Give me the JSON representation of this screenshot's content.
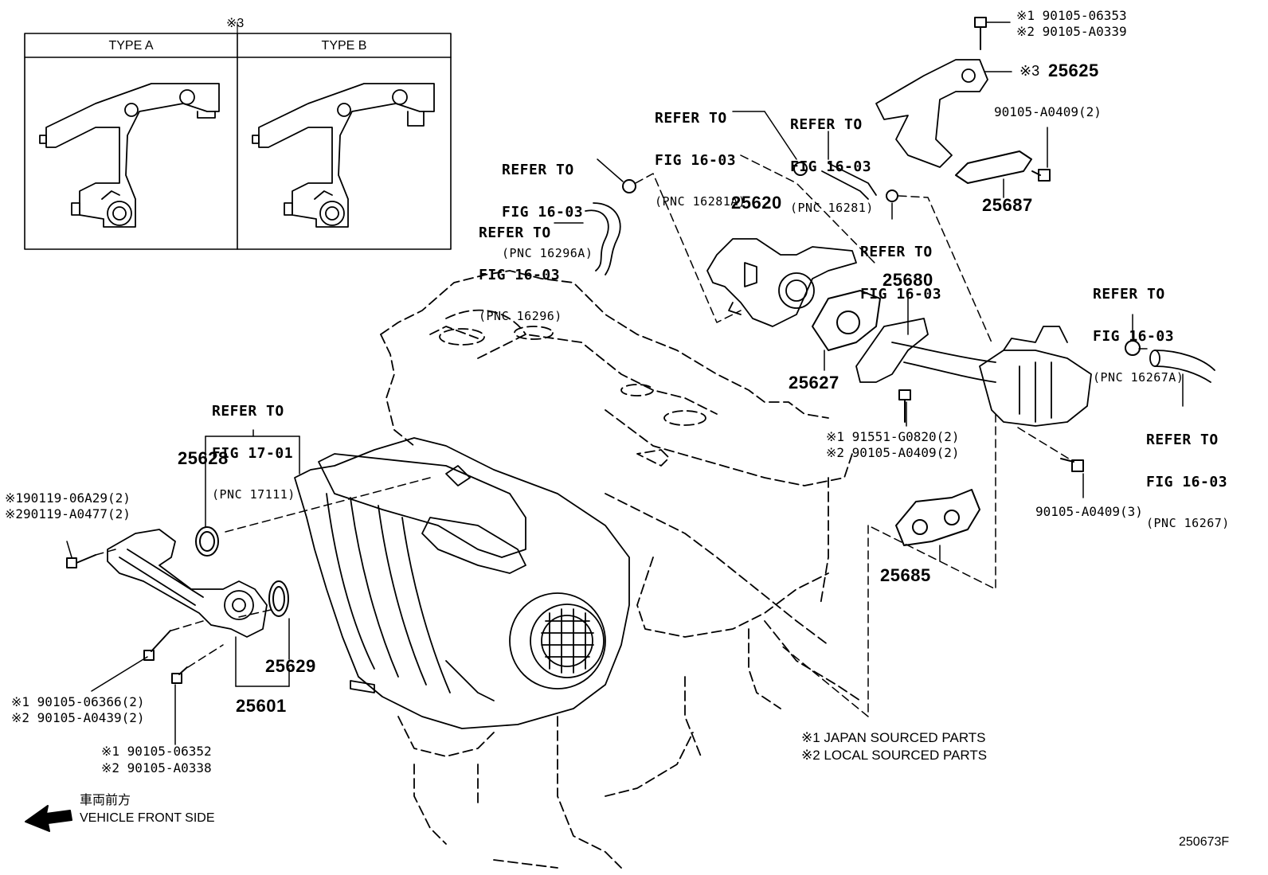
{
  "inset": {
    "marker": "※3",
    "type_a": "TYPE A",
    "type_b": "TYPE B"
  },
  "parts": {
    "p25620": "25620",
    "p25625": "25625",
    "p25625_marker": "※3",
    "p25687": "25687",
    "p25680": "25680",
    "p25627": "25627",
    "p25685": "25685",
    "p25628": "25628",
    "p25629": "25629",
    "p25601": "25601"
  },
  "bolts": {
    "b_top_1": "※1 90105-06353",
    "b_top_2": "※2 90105-A0339",
    "b_90105_A0409_2": "90105-A0409(2)",
    "b_91551_1": "※1 91551-G0820(2)",
    "b_91551_2": "※2 90105-A0409(2)",
    "b_90105_A0409_3": "90105-A0409(3)",
    "b_90119_1": "※190119-06A29(2)",
    "b_90119_2": "※290119-A0477(2)",
    "b_06366_1": "※1 90105-06366(2)",
    "b_06366_2": "※2 90105-A0439(2)",
    "b_06352_1": "※1 90105-06352",
    "b_06352_2": "※2 90105-A0338"
  },
  "refs": {
    "r16281A": {
      "l1": "REFER TO",
      "l2": "FIG 16-03",
      "l3": "(PNC 16281A)"
    },
    "r16281": {
      "l1": "REFER TO",
      "l2": "FIG 16-03",
      "l3": "(PNC 16281)"
    },
    "r16296A": {
      "l1": "REFER TO",
      "l2": "FIG 16-03",
      "l3": "(PNC 16296A)"
    },
    "r16296": {
      "l1": "REFER TO",
      "l2": "FIG 16-03",
      "l3": "(PNC 16296)"
    },
    "r_mid": {
      "l1": "REFER TO",
      "l2": "FIG 16-03"
    },
    "r16267A": {
      "l1": "REFER TO",
      "l2": "FIG 16-03",
      "l3": "(PNC 16267A)"
    },
    "r16267": {
      "l1": "REFER TO",
      "l2": "FIG 16-03",
      "l3": "(PNC 16267)"
    },
    "r17111": {
      "l1": "REFER TO",
      "l2": "FIG 17-01",
      "l3": "(PNC 17111)"
    }
  },
  "legend": {
    "japan": "※1 JAPAN SOURCED PARTS",
    "local": "※2 LOCAL SOURCED PARTS"
  },
  "direction": {
    "jp": "車両前方",
    "en": "VEHICLE FRONT SIDE"
  },
  "figure_id": "250673F"
}
